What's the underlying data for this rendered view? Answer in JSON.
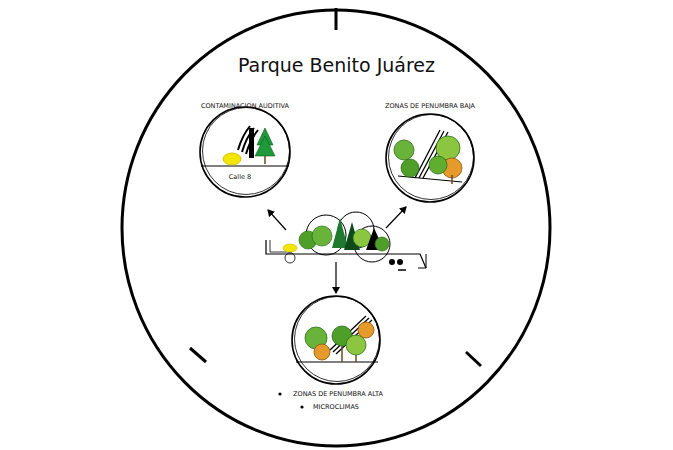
{
  "diagram": {
    "title": "Parque Benito Juárez",
    "nodes": [
      {
        "text": [
          "CONTAMINACION AUDITIVA",
          "Calle 8"
        ]
      },
      {
        "text": [
          "ZONAS DE PENUMBRA BAJA"
        ]
      },
      {
        "text": [
          "ZONAS DE PENUMBRA ALTA",
          "MICROCLIMAS"
        ]
      }
    ]
  }
}
